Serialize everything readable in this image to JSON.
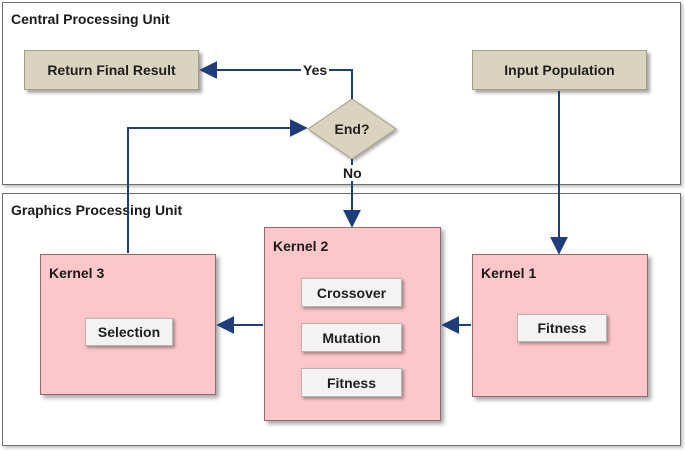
{
  "cpu": {
    "title": "Central Processing Unit",
    "return_box": "Return Final Result",
    "input_box": "Input Population",
    "decision": "End?",
    "yes_label": "Yes",
    "no_label": "No"
  },
  "gpu": {
    "title": "Graphics Processing Unit",
    "kernel1": {
      "title": "Kernel 1",
      "ops": [
        "Fitness"
      ]
    },
    "kernel2": {
      "title": "Kernel 2",
      "ops": [
        "Crossover",
        "Mutation",
        "Fitness"
      ]
    },
    "kernel3": {
      "title": "Kernel 3",
      "ops": [
        "Selection"
      ]
    }
  },
  "colors": {
    "arrow": "#1f3d7a",
    "kernel_fill": "#fdc7c9",
    "tan_fill": "#d9d3c0"
  }
}
